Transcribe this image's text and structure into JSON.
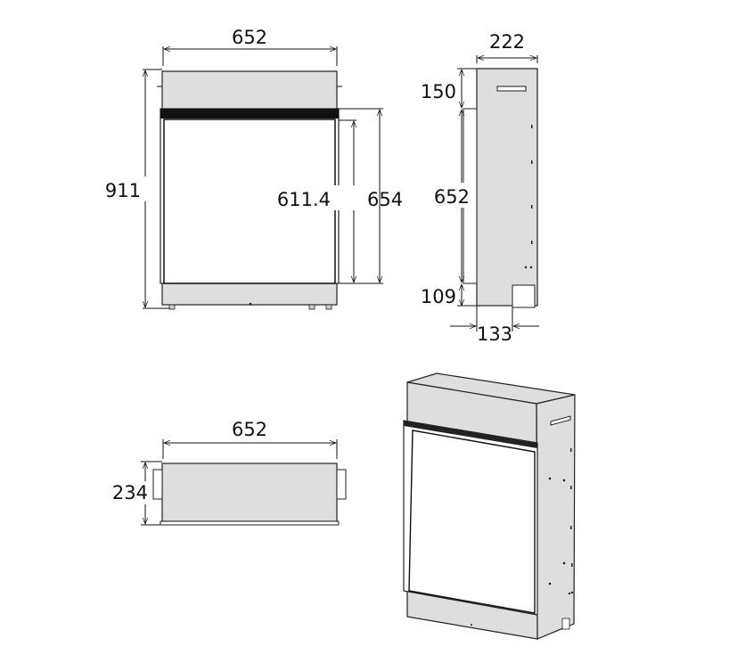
{
  "front_view": {
    "width_label": "652",
    "height_label": "911",
    "glass_height_label": "611.4",
    "frame_height_label": "654"
  },
  "side_view": {
    "depth_label": "222",
    "top_label": "150",
    "frame_label": "652",
    "bottom_label": "109",
    "bracket_label": "133"
  },
  "top_view": {
    "width_label": "652",
    "depth_label": "234"
  },
  "colors": {
    "panel": "#dedede",
    "line": "#222222",
    "strip": "#111111"
  }
}
